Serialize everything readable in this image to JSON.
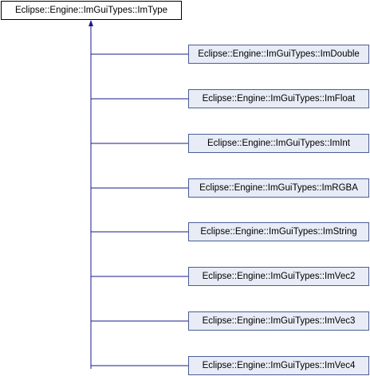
{
  "diagram": {
    "base_class": "Eclipse::Engine::ImGuiTypes::ImType",
    "derived_classes": [
      "Eclipse::Engine::ImGuiTypes::ImDouble",
      "Eclipse::Engine::ImGuiTypes::ImFloat",
      "Eclipse::Engine::ImGuiTypes::ImInt",
      "Eclipse::Engine::ImGuiTypes::ImRGBA",
      "Eclipse::Engine::ImGuiTypes::ImString",
      "Eclipse::Engine::ImGuiTypes::ImVec2",
      "Eclipse::Engine::ImGuiTypes::ImVec3",
      "Eclipse::Engine::ImGuiTypes::ImVec4"
    ],
    "colors": {
      "edge": "#1a1a8c",
      "derived_fill": "#e8ecf6",
      "derived_border": "#4a5e95",
      "base_border": "#000000"
    }
  }
}
